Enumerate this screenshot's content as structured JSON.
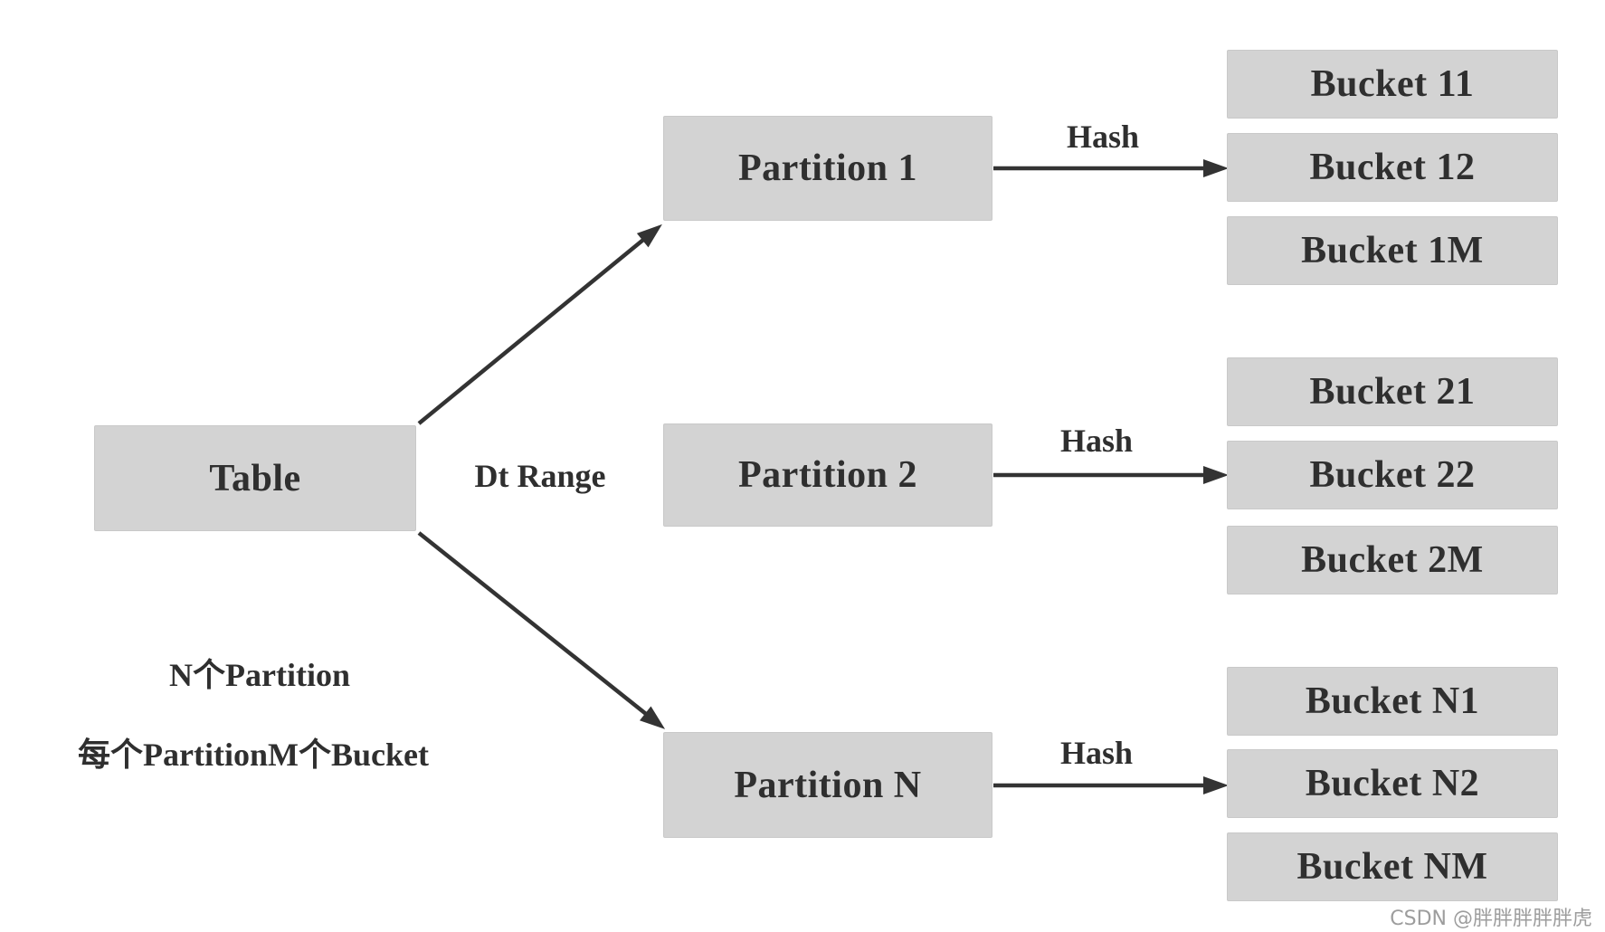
{
  "diagram": {
    "table": {
      "label": "Table"
    },
    "edge_label_range": "Dt Range",
    "partitions": [
      {
        "label": "Partition 1",
        "hash_label": "Hash",
        "buckets": [
          "Bucket 11",
          "Bucket 12",
          "Bucket 1M"
        ]
      },
      {
        "label": "Partition 2",
        "hash_label": "Hash",
        "buckets": [
          "Bucket 21",
          "Bucket 22",
          "Bucket 2M"
        ]
      },
      {
        "label": "Partition N",
        "hash_label": "Hash",
        "buckets": [
          "Bucket N1",
          "Bucket N2",
          "Bucket NM"
        ]
      }
    ],
    "notes": {
      "line1": "N个Partition",
      "line2": "每个PartitionM个Bucket"
    },
    "watermark": "CSDN @胖胖胖胖胖虎",
    "colors": {
      "box_fill": "#d3d3d3",
      "box_border": "#c9c9c9",
      "text": "#2f2f2f",
      "arrow": "#333333",
      "watermark": "#9d9d9d",
      "background": "#ffffff"
    }
  }
}
